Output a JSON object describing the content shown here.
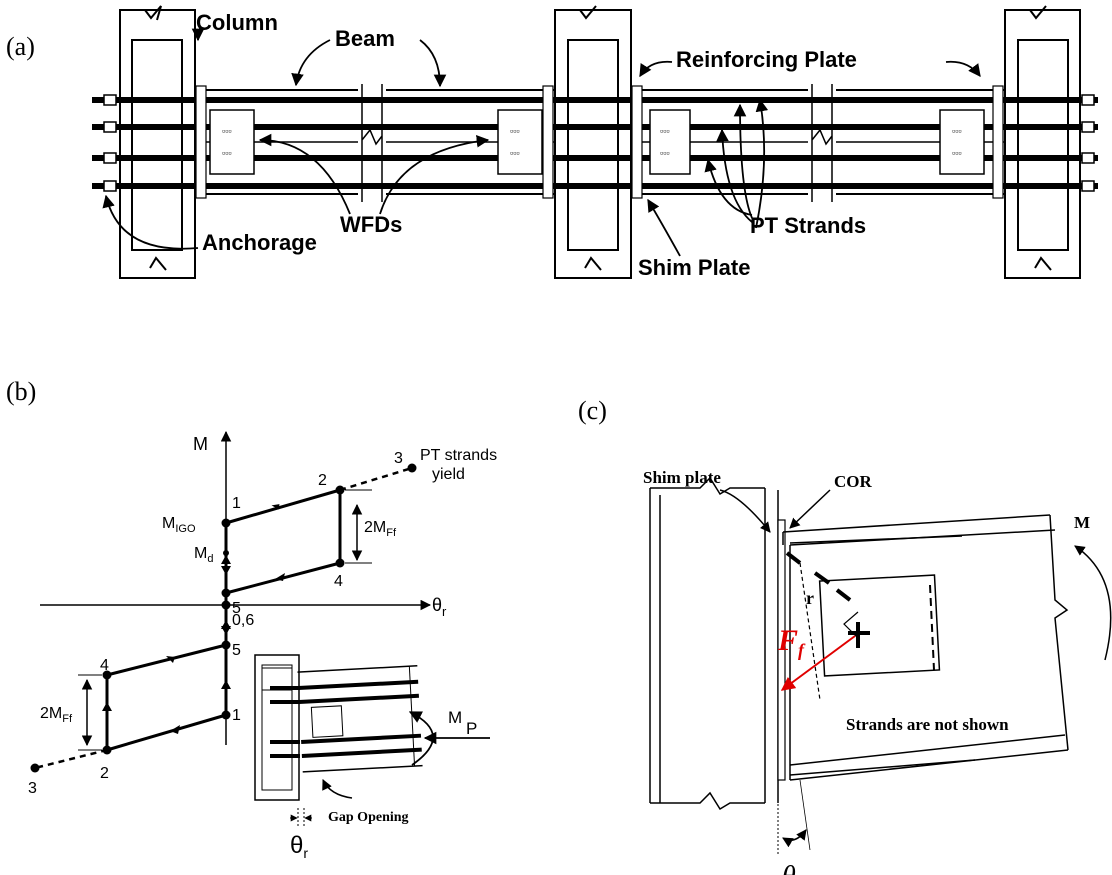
{
  "panel_a": {
    "tag": "(a)",
    "labels": {
      "column": "Column",
      "beam": "Beam",
      "reinforcing_plate": "Reinforcing Plate",
      "wfds": "WFDs",
      "pt_strands": "PT Strands",
      "anchorage": "Anchorage",
      "shim_plate": "Shim Plate"
    }
  },
  "panel_b": {
    "tag": "(b)",
    "axis_m": "M",
    "axis_theta": "θ",
    "axis_theta_sub": "r",
    "m_igo": "M",
    "m_igo_sub": "IGO",
    "m_d": "M",
    "m_d_sub": "d",
    "origin_label": "0,6",
    "two_mff": "2M",
    "two_mff_sub": "Ff",
    "pt_yield_1": "PT strands",
    "pt_yield_2": "yield",
    "points": {
      "p1": "1",
      "p2": "2",
      "p3": "3",
      "p4": "4",
      "p5": "5"
    },
    "inset_m": "M",
    "inset_p": "P",
    "gap_opening": "Gap Opening",
    "inset_theta": "θ",
    "inset_theta_sub": "r"
  },
  "panel_c": {
    "tag": "(c)",
    "shim_plate": "Shim plate",
    "cor": "COR",
    "m": "M",
    "r": "r",
    "ff": "F",
    "ff_sub": "f",
    "strands_note": "Strands are not shown",
    "theta": "θ",
    "theta_sub": "r"
  }
}
